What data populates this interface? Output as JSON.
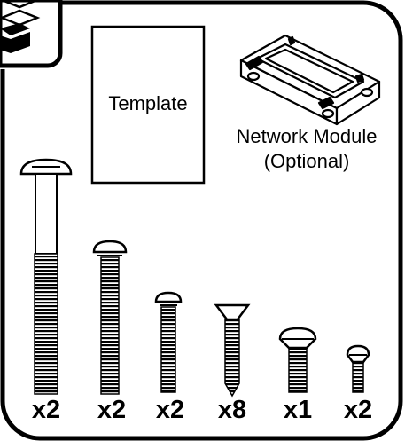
{
  "template": {
    "label": "Template"
  },
  "network_module": {
    "label": "Network Module",
    "note": "(Optional)"
  },
  "quantities": [
    "x2",
    "x2",
    "x2",
    "x8",
    "x1",
    "x2"
  ],
  "icons": {
    "box": "package-box-icon",
    "module": "network-module-icon",
    "screw": "screw-icon"
  },
  "colors": {
    "stroke": "#000000",
    "background": "#ffffff"
  }
}
